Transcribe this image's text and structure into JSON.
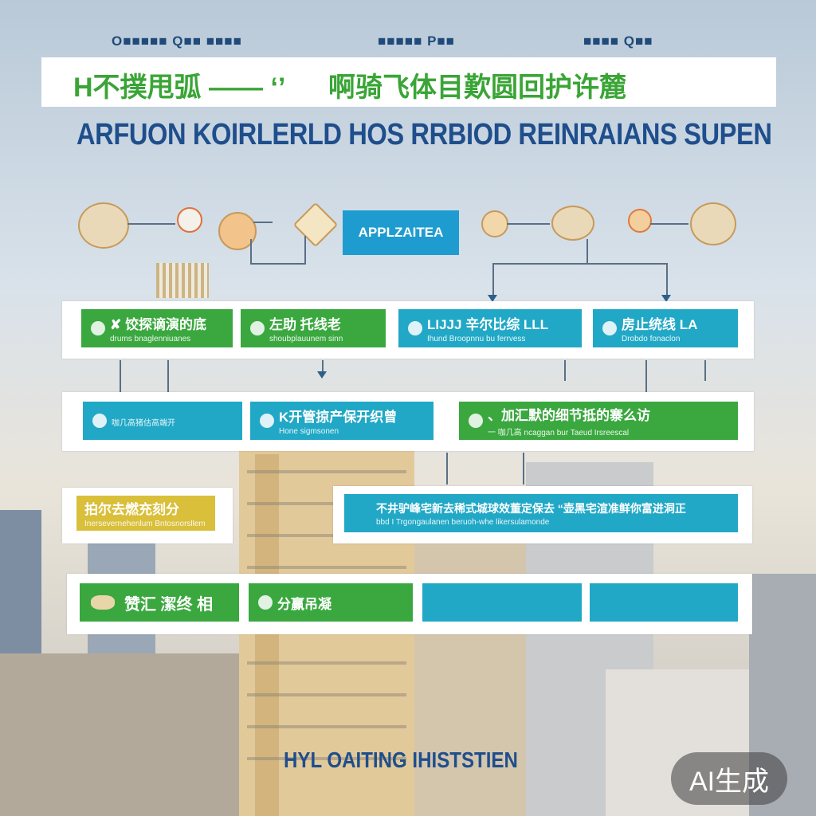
{
  "top_labels": [
    "O■■■■■ Q■■ ■■■■",
    "■■■■■ P■■",
    "■■■■ Q■■"
  ],
  "banner": {
    "left_text": "H不撲甩弧 —— ‘’",
    "right_text": "啊骑飞体目歎圆回护许麓"
  },
  "subtitle": "ARFUON KOIRLERLD HOS RRBIOD REINRAIANS SUPEN",
  "app_box": "APPLZAITEA",
  "row1": [
    {
      "title": "✘ 饺探谪演的底",
      "sub": "drums bnaglenniuanes",
      "color": "green"
    },
    {
      "title": "左助 托线老",
      "sub": "shoubplauunem sinn",
      "color": "green"
    },
    {
      "title": "LIJJJ 辛尔比综 LLL",
      "sub": "Ihund Broopnnu bu ferrvess",
      "color": "teal"
    },
    {
      "title": "房止统线 LA",
      "sub": "Drobdo fonaclon",
      "color": "teal"
    }
  ],
  "row2": [
    {
      "title": "",
      "sub": "咖几高猪估高端开",
      "color": "teal"
    },
    {
      "title": "K开管掠产保开织曾",
      "sub": "Hone sigmsonen",
      "color": "teal"
    },
    {
      "title": "、加汇默的细节抵的寨么访",
      "sub": "一 咖几高 ncaggan bur Taeud Irsreescal",
      "color": "green"
    }
  ],
  "row3": [
    {
      "title": "拍尔去燃充刻分",
      "sub": "Inersevernehenlum Bntosnorsllem",
      "color": "yellow"
    },
    {
      "title": "不井驴峰宅新去稀式城球效董定保去 “壶黑宅渲准鲜你富进洞正",
      "sub": "bbd I Trgongaulanen      beruoh-whe likersulamonde",
      "color": "teal"
    }
  ],
  "row4": [
    {
      "title": "赞汇 潔终 相",
      "sub": "",
      "color": "green"
    },
    {
      "title": "分赢吊凝",
      "sub": "",
      "color": "green"
    },
    {
      "title": "",
      "sub": "",
      "color": "teal"
    },
    {
      "title": "",
      "sub": "",
      "color": "teal"
    }
  ],
  "bottom_text": "HYL OAITING IHISTSTIEN",
  "badge": "AI生成",
  "colors": {
    "green": "#3aa83f",
    "teal": "#21a8c6",
    "yellow": "#d9bf3a",
    "navy": "#1f4e8c"
  }
}
